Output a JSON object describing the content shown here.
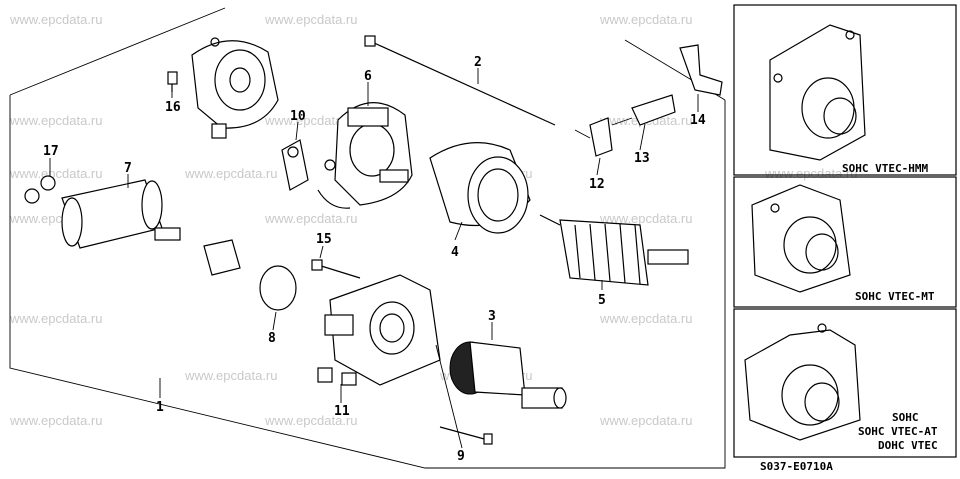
{
  "watermark": "www.epcdata.ru",
  "diagram_code": "S037-E0710A",
  "callouts": [
    "1",
    "2",
    "3",
    "4",
    "5",
    "6",
    "7",
    "8",
    "9",
    "10",
    "11",
    "12",
    "13",
    "14",
    "15",
    "16",
    "17"
  ],
  "variants": {
    "top": "SOHC VTEC-HMM",
    "middle": "SOHC VTEC-MT",
    "bottom": [
      "SOHC",
      "SOHC VTEC-AT",
      "DOHC VTEC"
    ]
  }
}
